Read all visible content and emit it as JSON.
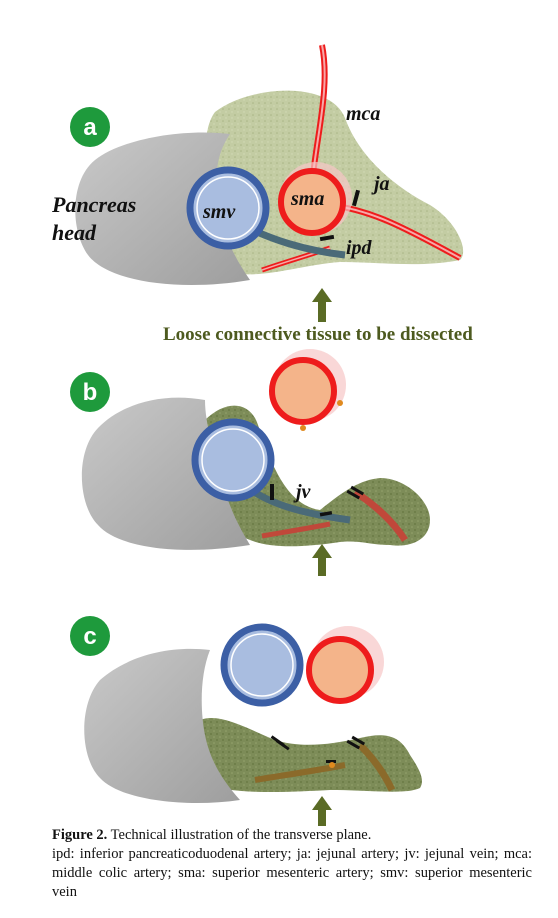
{
  "panels": {
    "a": {
      "label": "a",
      "pancreas_label_line1": "Pancreas",
      "pancreas_label_line2": "head",
      "smv": "smv",
      "sma": "sma",
      "mca": "mca",
      "ja": "ja",
      "ipd": "ipd",
      "tissue_note": "Loose connective tissue to be dissected"
    },
    "b": {
      "label": "b",
      "jv": "jv"
    },
    "c": {
      "label": "c"
    }
  },
  "caption": {
    "title": "Figure 2.",
    "title_rest": " Technical illustration of the transverse plane.",
    "legend": "ipd: inferior pancreaticoduodenal artery; ja: jejunal artery; jv: jejunal vein; mca: middle colic artery; sma: superior mesenteric artery; smv: superior mesenteric vein"
  },
  "colors": {
    "badge": "#1e9a3c",
    "pancreas": "#b9b9b9",
    "tissue": "#bcc79a",
    "tissue_dark": "#6f7f4c",
    "vein_fill": "#a9bde0",
    "vein_ring": "#3c5fa5",
    "artery_fill": "#f4b48a",
    "artery_ring": "#ee1c1c",
    "arrow": "#5a6b25"
  }
}
